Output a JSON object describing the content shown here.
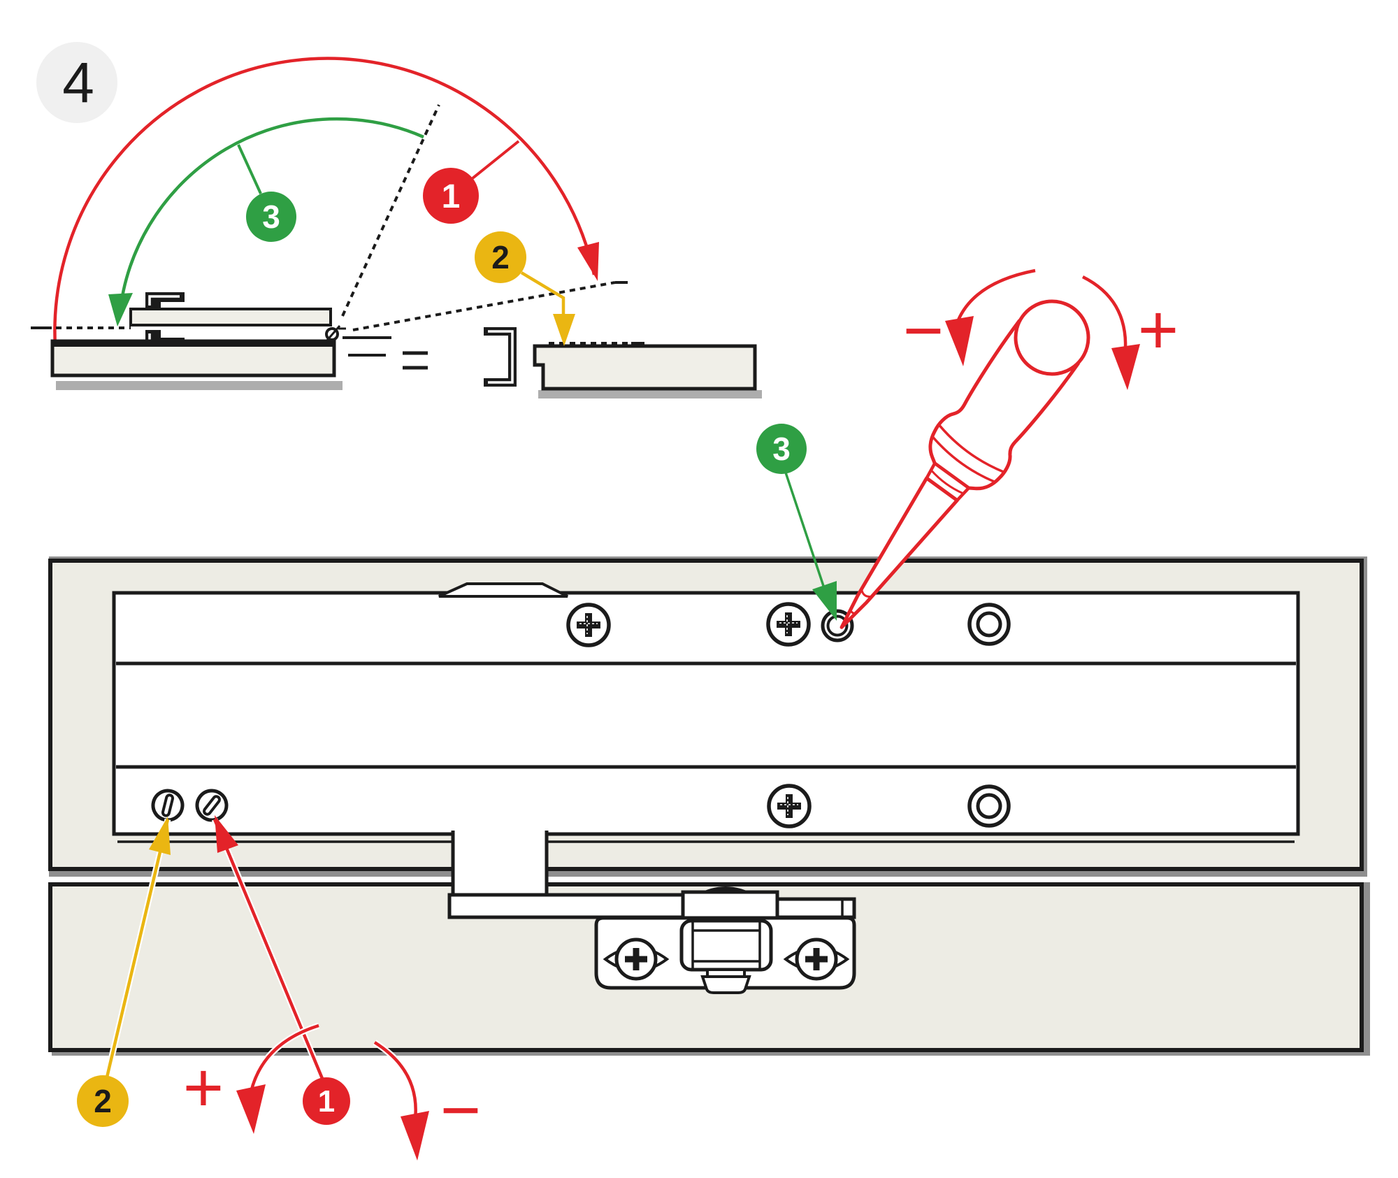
{
  "step": {
    "label": "4"
  },
  "callouts": {
    "opening_angle": "1",
    "side_adjust": "2",
    "overlay_adjust": "3"
  },
  "signs": {
    "plus": "+",
    "minus": "−"
  },
  "colors": {
    "red": "#e32329",
    "yellow": "#eab612",
    "green": "#2f9f44",
    "panel": "#edece4",
    "panel_light": "#f0efe8",
    "outline": "#1b1b1b",
    "shadow": "#8f8f8f",
    "step_background": "#f0f0f0"
  }
}
